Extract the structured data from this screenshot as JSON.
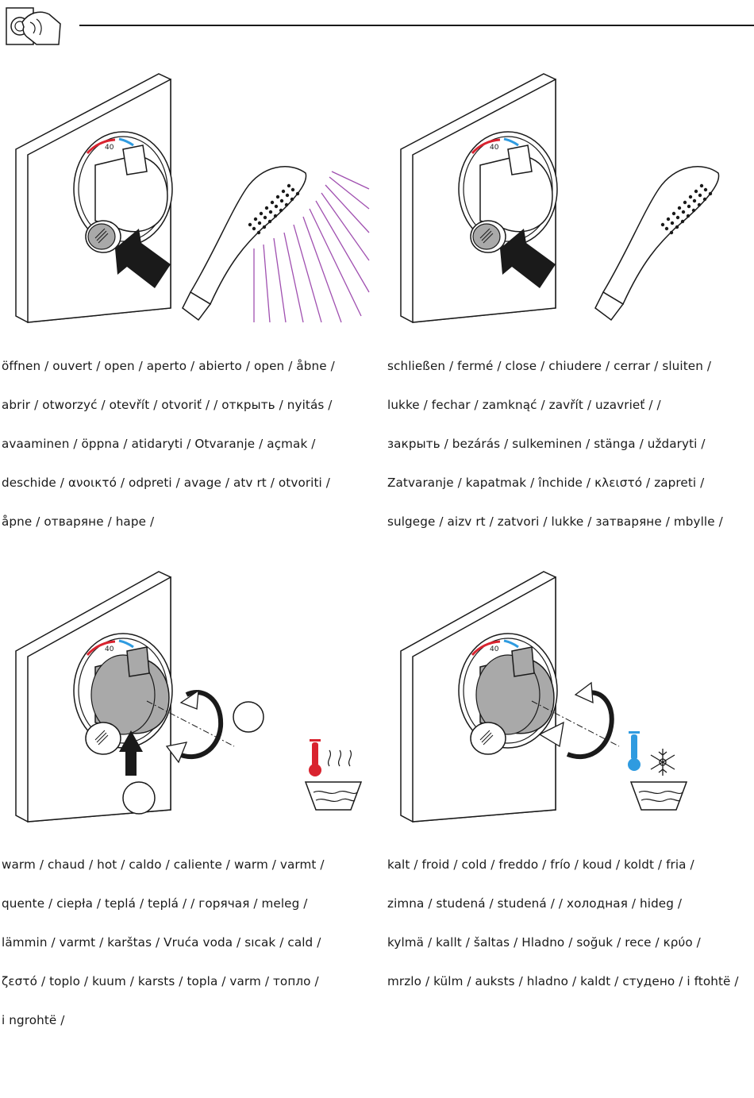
{
  "header": {
    "icon": "hand-turning-knob-icon"
  },
  "panels": [
    {
      "id": "open",
      "caption_lines": [
        "öffnen / ouvert / open / aperto / abierto / open / åbne /",
        "abrir / otworzyć / otevřít / otvoriť /      / открыть / nyitás /",
        "avaaminen / öppna / atidaryti / Otvaranje / açmak /",
        "deschide / ανοικτό / odpreti / avage / atv  rt / otvoriti /",
        "åpne / отваряне / hape /"
      ]
    },
    {
      "id": "close",
      "caption_lines": [
        "schließen / fermé / close / chiudere / cerrar / sluiten /",
        "lukke / fechar / zamknąć / zavřít / uzavrieť /       /",
        "закрыть / bezárás / sulkeminen / stänga / uždaryti /",
        "Zatvaranje / kapatmak / închide / κλειστό / zapreti /",
        "sulgege / aizv  rt / zatvori / lukke / затваряне / mbylle /"
      ]
    },
    {
      "id": "warm",
      "caption_lines": [
        "warm / chaud / hot / caldo / caliente / warm / varmt /",
        "quente / ciepła / teplá / teplá /       / горячая / meleg /",
        "lämmin / varmt / karštas / Vruća voda / sıcak / cald /",
        "ζεστό / toplo / kuum / karsts / topla / varm / топло /",
        "i ngrohtë /"
      ]
    },
    {
      "id": "cold",
      "caption_lines": [
        "kalt / froid / cold / freddo / frío / koud / koldt / fria /",
        "zimna / studená / studená /       / холодная / hideg /",
        "kylmä / kallt / šaltas / Hladno / soğuk / rece / κρύο /",
        "mrzlo / külm / auksts / hladno / kaldt / студено / i ftohtë /"
      ]
    }
  ],
  "dial_label": "40",
  "colors": {
    "hot": "#d9232f",
    "cold": "#2f9be0",
    "spray": "#a050b0",
    "knob_grey": "#a9a9a9"
  }
}
